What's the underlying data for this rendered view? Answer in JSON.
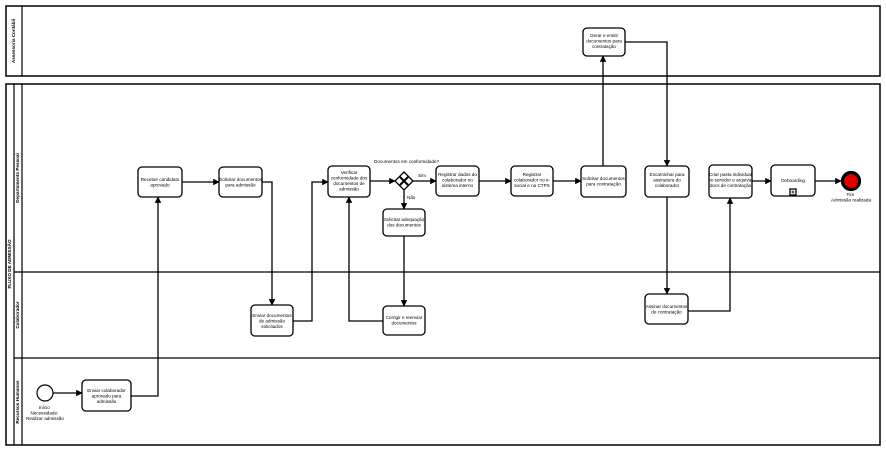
{
  "diagram": {
    "pools": {
      "top_lane": "Assessoria Contábil",
      "main_pool": "FLUXO DE ADMISSÃO",
      "dept_lane": "Departamento Pessoal",
      "collab_lane": "Colaborador",
      "hr_lane": "Recursos Humanos"
    },
    "tasks": {
      "recruit": [
        "Receber candidato",
        "aprovado"
      ],
      "request_docs": [
        "Solicitar documentos",
        "para admissão"
      ],
      "send_docs": [
        "Enviar documentos",
        "de admissão",
        "solicitados"
      ],
      "verify": [
        "Verificar",
        "conformidade dos",
        "documentos de",
        "admissão"
      ],
      "adjust": [
        "Solicitar adequação",
        "dos documentos"
      ],
      "fix": [
        "Corrigir e reenviar",
        "documentos"
      ],
      "register_internal": [
        "Registrar dados do",
        "colaborador no",
        "sistema interno"
      ],
      "register_esocial": [
        "Registrar",
        "colaborador no e-",
        "social e na CTPS"
      ],
      "request_hiring_docs": [
        "Solicitar documentos",
        "para contratação"
      ],
      "generate_docs": [
        "Gerar e emitir",
        "documentos para",
        "contratação"
      ],
      "forward_signature": [
        "Encaminhar para",
        "assinatura do",
        "colaborador"
      ],
      "sign": [
        "Assinar documentos",
        "de contratação"
      ],
      "archive": [
        "Criar pasta individual",
        "no servidor e arquivar",
        "docs de contratação"
      ],
      "onboarding": [
        "Onboarding"
      ],
      "send_collaborator": [
        "Enviar colaborador",
        "aprovado para",
        "admissão"
      ]
    },
    "gateway": {
      "question": "Documentos em conformidade?",
      "yes": "Sim",
      "no": "Não"
    },
    "start_event": [
      "Início",
      "Necessidade:",
      "Realizar admissão"
    ],
    "end_event": [
      "Fim",
      "Admissão realizada"
    ]
  }
}
